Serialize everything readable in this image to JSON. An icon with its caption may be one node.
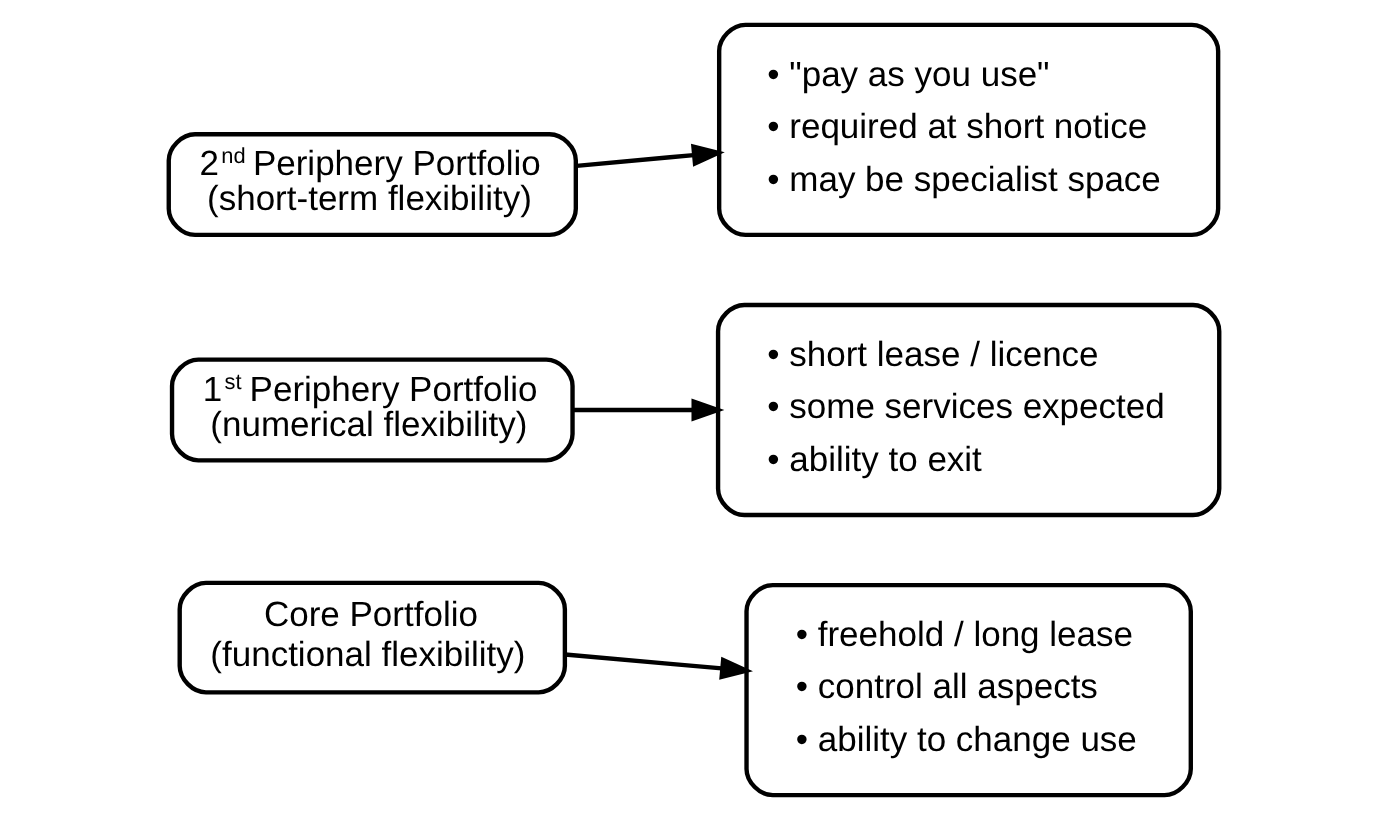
{
  "diagram": {
    "nodes": [
      {
        "text": [
          "2$^{nd}$ Periphery Portfolio (short-term flexibility)"
        ]
      },
      {
        "text": [
          "• \"pay as you use\"",
          "• required at short notice",
          "• may be specialist space"
        ]
      },
      {
        "text": [
          "1$^{st}$ Periphery Portfolio (numerical flexibility)"
        ]
      },
      {
        "text": [
          "• short lease / licence",
          "• some services expected",
          "• ability to exit"
        ]
      },
      {
        "text": [
          "Core Portfolio (functional flexibility)"
        ]
      },
      {
        "text": [
          "• freehold / long lease",
          "• control all aspects",
          "• ability to change use"
        ]
      }
    ],
    "edges": [
      {
        "from": 0,
        "to": 1,
        "arrow": "to"
      },
      {
        "from": 2,
        "to": 3,
        "arrow": "to"
      },
      {
        "from": 4,
        "to": 5,
        "arrow": "to"
      }
    ]
  }
}
